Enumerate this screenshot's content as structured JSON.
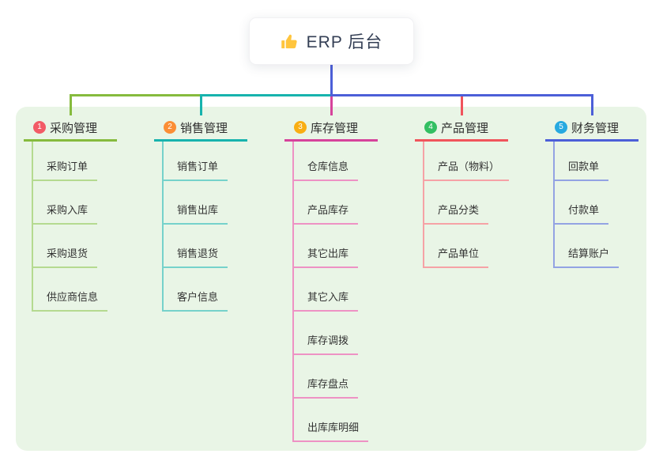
{
  "root": {
    "label": "ERP 后台",
    "icon": "thumbs-up-icon",
    "icon_color": "#FFC53D",
    "line_color": "#4C5FD8"
  },
  "theme": {
    "canvas_bg": "#E9F5E6",
    "page_bg": "#FFFFFF",
    "text_color": "#2E2E2E"
  },
  "branches": [
    {
      "index": "1",
      "label": "采购管理",
      "color": "#86BB3E",
      "light_color": "#B5DA90",
      "badge_color": "#F25B66",
      "children": [
        "采购订单",
        "采购入库",
        "采购退货",
        "供应商信息"
      ]
    },
    {
      "index": "2",
      "label": "销售管理",
      "color": "#17B3AD",
      "light_color": "#76D2CB",
      "badge_color": "#FB8E35",
      "children": [
        "销售订单",
        "销售出库",
        "销售退货",
        "客户信息"
      ]
    },
    {
      "index": "3",
      "label": "库存管理",
      "color": "#D6439B",
      "light_color": "#EE92C4",
      "badge_color": "#F9AE13",
      "children": [
        "仓库信息",
        "产品库存",
        "其它出库",
        "其它入库",
        "库存调拨",
        "库存盘点",
        "出库库明细"
      ]
    },
    {
      "index": "4",
      "label": "产品管理",
      "color": "#F0545C",
      "light_color": "#F6A2A6",
      "badge_color": "#33BF62",
      "children": [
        "产品（物料）",
        "产品分类",
        "产品单位"
      ]
    },
    {
      "index": "5",
      "label": "财务管理",
      "color": "#4C5FD8",
      "light_color": "#93A3E3",
      "badge_color": "#27A9E0",
      "children": [
        "回款单",
        "付款单",
        "结算账户"
      ]
    }
  ]
}
